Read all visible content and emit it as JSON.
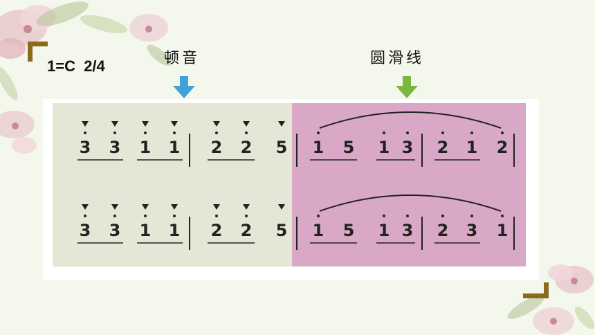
{
  "key_signature": "1=C  2/4",
  "labels": {
    "staccato": "顿音",
    "slur": "圆滑线"
  },
  "colors": {
    "background": "#f4f8ec",
    "left_panel": "#e5e6d6",
    "right_panel": "#d9a8c6",
    "staccato_arrow": "#3fa3da",
    "slur_arrow": "#7bb640",
    "corner_frame": "#8a6a1c"
  },
  "score": {
    "line1": {
      "staccato_part": [
        "3",
        "3",
        "1",
        "1",
        "2",
        "2",
        "5"
      ],
      "legato_part": [
        "1",
        "5",
        "1",
        "3",
        "2",
        "1",
        "2"
      ]
    },
    "line2": {
      "staccato_part": [
        "3",
        "3",
        "1",
        "1",
        "2",
        "2",
        "5"
      ],
      "legato_part": [
        "1",
        "5",
        "1",
        "3",
        "2",
        "3",
        "1"
      ]
    }
  }
}
